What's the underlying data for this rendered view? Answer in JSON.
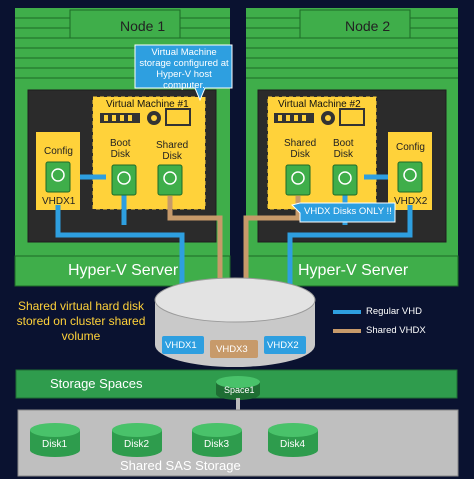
{
  "nodes": [
    {
      "name": "Node 1",
      "server_label": "Hyper-V Server",
      "vm_title": "Virtual Machine #1",
      "config_label": "Config",
      "vhdx_label": "VHDX1",
      "disks": [
        "Boot\nDisk",
        "Shared\nDisk"
      ]
    },
    {
      "name": "Node 2",
      "server_label": "Hyper-V Server",
      "vm_title": "Virtual Machine #2",
      "config_label": "Config",
      "vhdx_label": "VHDX2",
      "disks": [
        "Shared\nDisk",
        "Boot\nDisk"
      ]
    }
  ],
  "callouts": {
    "vm_storage": "Virtual Machine storage configured at Hyper-V host computer.",
    "vhdx_only": "VHDX Disks ONLY !!"
  },
  "shared_note": "Shared virtual hard disk stored on cluster shared volume",
  "csv": {
    "labels": [
      "VHDX1",
      "VHDX3",
      "VHDX2"
    ]
  },
  "legend": [
    {
      "label": "Regular VHD",
      "color": "#2e9fe0"
    },
    {
      "label": "Shared VHDX",
      "color": "#c79a6a"
    }
  ],
  "storage_spaces": {
    "label": "Storage Spaces",
    "space": "Space1"
  },
  "sas": {
    "label": "Shared SAS Storage",
    "disks": [
      "Disk1",
      "Disk2",
      "Disk3",
      "Disk4"
    ]
  },
  "colors": {
    "background": "#0a1230",
    "server_green": "#3fae4a",
    "server_inner": "#2b2b2b",
    "vm_yellow": "#ffd23a",
    "regular_vhd": "#2e9fe0",
    "shared_vhdx": "#c79a6a",
    "storage_band": "#2f9c4d",
    "sas_gray": "#bfbfbf"
  }
}
